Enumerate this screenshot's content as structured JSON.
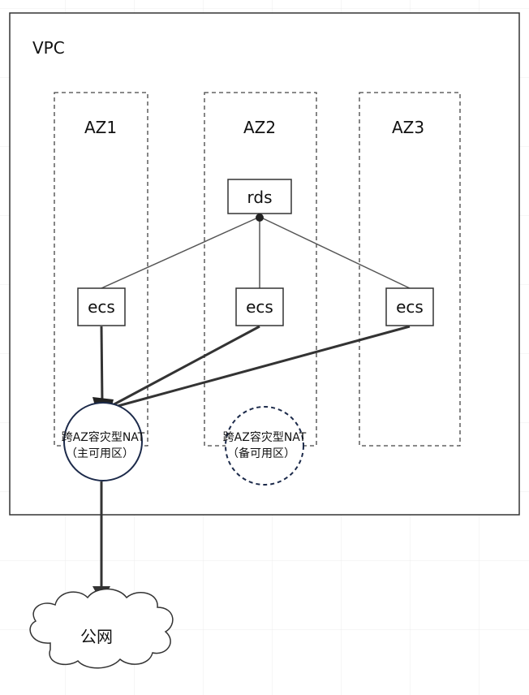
{
  "vpc": {
    "label": "VPC"
  },
  "zones": {
    "az1": {
      "label": "AZ1"
    },
    "az2": {
      "label": "AZ2"
    },
    "az3": {
      "label": "AZ3"
    }
  },
  "nodes": {
    "rds": {
      "label": "rds"
    },
    "ecs1": {
      "label": "ecs"
    },
    "ecs2": {
      "label": "ecs"
    },
    "ecs3": {
      "label": "ecs"
    },
    "nat_primary": {
      "line1": "跨AZ容灾型NAT",
      "line2": "（主可用区）"
    },
    "nat_backup": {
      "line1": "跨AZ容灾型NAT",
      "line2": "（备可用区）"
    },
    "internet": {
      "label": "公网"
    }
  },
  "colors": {
    "grid": "#ececec",
    "border": "#333333",
    "nat_primary_stroke": "#1c2a4a",
    "nat_backup_stroke": "#1c2a4a",
    "arrow": "#333333"
  }
}
